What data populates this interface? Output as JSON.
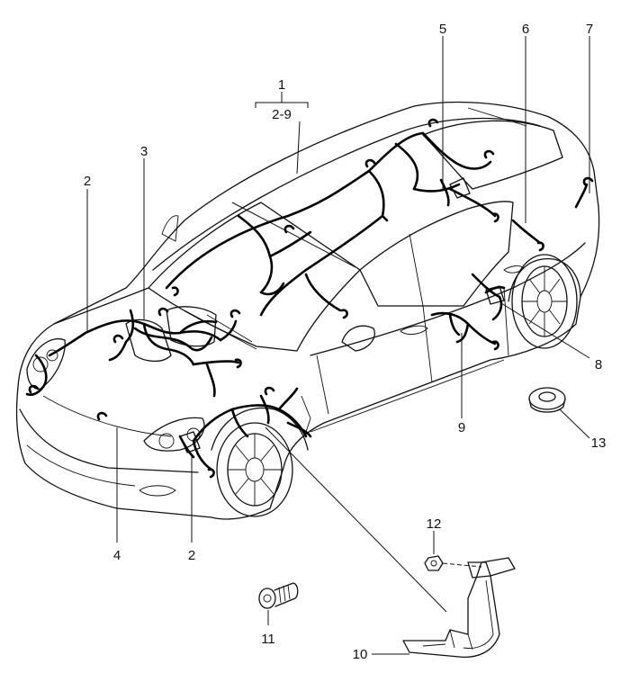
{
  "figure": {
    "callouts": {
      "c1": "1",
      "c1_range": "2-9",
      "c2_left": "2",
      "c2_bottom": "2",
      "c3": "3",
      "c4": "4",
      "c5": "5",
      "c6": "6",
      "c7": "7",
      "c8": "8",
      "c9": "9",
      "c10": "10",
      "c11": "11",
      "c12": "12",
      "c13": "13"
    }
  }
}
